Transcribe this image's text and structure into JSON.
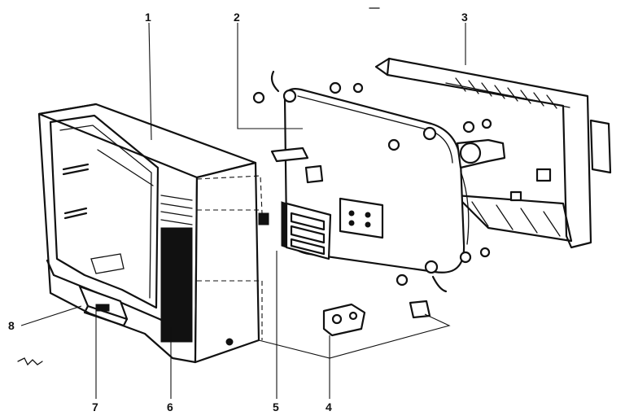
{
  "diagram": {
    "callouts": [
      {
        "id": "1",
        "label": "1"
      },
      {
        "id": "2",
        "label": "2"
      },
      {
        "id": "3",
        "label": "3"
      },
      {
        "id": "4",
        "label": "4"
      },
      {
        "id": "5",
        "label": "5"
      },
      {
        "id": "6",
        "label": "6"
      },
      {
        "id": "7",
        "label": "7"
      },
      {
        "id": "8",
        "label": "8"
      }
    ],
    "colors": {
      "ink": "#111111",
      "paper": "#ffffff"
    }
  }
}
